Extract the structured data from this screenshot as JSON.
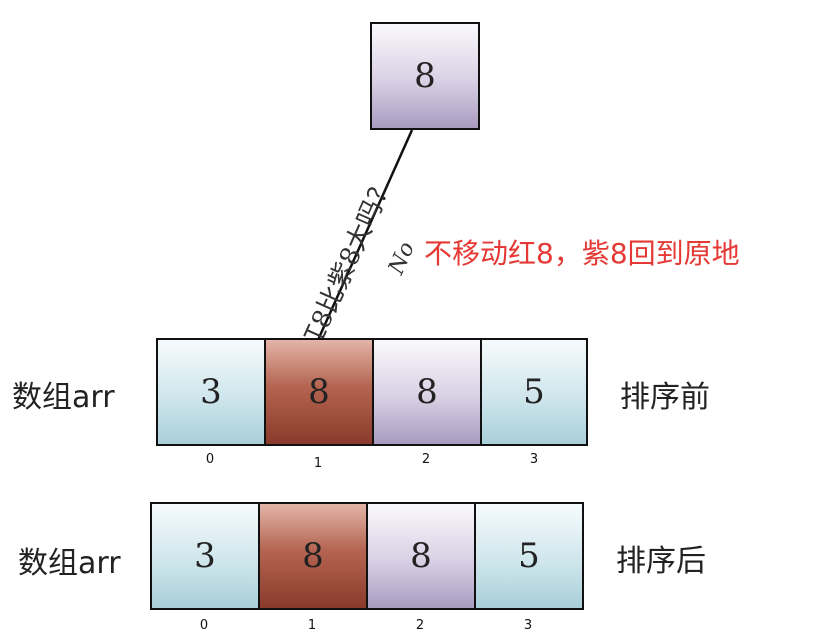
{
  "pivot": {
    "value": "8",
    "color": "purple"
  },
  "question_label": "红8比紫8大吗？",
  "answer_label": "No",
  "note": "不移动红8，紫8回到原地",
  "array_name": "数组arr",
  "before": {
    "status": "排序前",
    "cells": [
      {
        "value": "3",
        "color": "blue"
      },
      {
        "value": "8",
        "color": "red"
      },
      {
        "value": "8",
        "color": "purple"
      },
      {
        "value": "5",
        "color": "blue"
      }
    ],
    "indices": [
      "0",
      "1",
      "2",
      "3"
    ]
  },
  "after": {
    "status": "排序后",
    "cells": [
      {
        "value": "3",
        "color": "blue"
      },
      {
        "value": "8",
        "color": "red"
      },
      {
        "value": "8",
        "color": "purple"
      },
      {
        "value": "5",
        "color": "blue"
      }
    ],
    "indices": [
      "0",
      "1",
      "2",
      "3"
    ]
  },
  "colors": {
    "blue": "#cfe6ec",
    "red": "#b46450",
    "purple": "#d8d0e4",
    "note": "#e53935"
  }
}
